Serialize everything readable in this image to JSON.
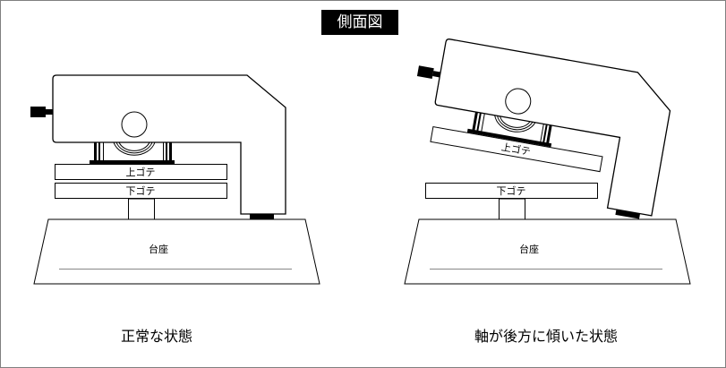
{
  "title": "側面図",
  "left": {
    "caption": "正常な状態",
    "upper_iron": "上ゴテ",
    "lower_iron": "下ゴテ",
    "base": "台座"
  },
  "right": {
    "caption": "軸が後方に傾いた状態",
    "upper_iron": "上ゴテ",
    "lower_iron": "下ゴテ",
    "base": "台座",
    "tilt_degrees": 10
  }
}
